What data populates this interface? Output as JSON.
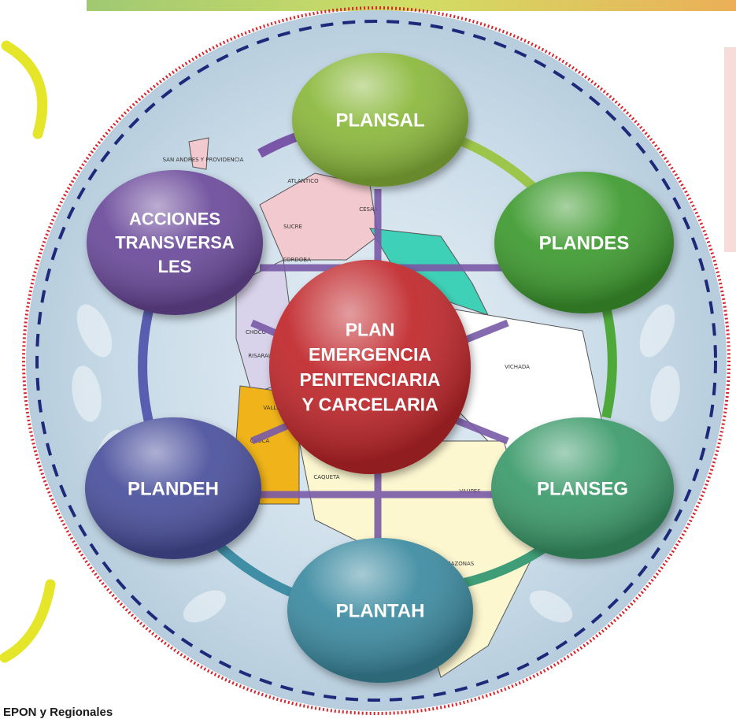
{
  "diagram": {
    "center": {
      "lines": [
        "PLAN",
        "EMERGENCIA",
        "PENITENCIARIA",
        "Y CARCELARIA"
      ],
      "color": "#c0282a"
    },
    "nodes": [
      {
        "id": "plansal",
        "lines": [
          "PLANSAL"
        ],
        "color": "#8ab83a"
      },
      {
        "id": "plandes",
        "lines": [
          "PLANDES"
        ],
        "color": "#3e9a2e"
      },
      {
        "id": "planseg",
        "lines": [
          "PLANSEG"
        ],
        "color": "#3a9a6a"
      },
      {
        "id": "plantah",
        "lines": [
          "PLANTAH"
        ],
        "color": "#3a8aa0"
      },
      {
        "id": "plandeh",
        "lines": [
          "PLANDEH"
        ],
        "color": "#4a4f9c"
      },
      {
        "id": "acciones",
        "lines": [
          "ACCIONES",
          "TRANSVERSA",
          "LES"
        ],
        "color": "#6a4a9a"
      }
    ]
  },
  "map_labels": [
    "SAN ANDRES Y PROVIDENCIA",
    "ATLANTICO",
    "CESAR",
    "SUCRE",
    "CORDOBA",
    "CHOCO",
    "RISARALDA",
    "VALLE",
    "CAUCA",
    "CAQUETA",
    "VAUPES",
    "VICHADA",
    "AMAZONAS"
  ],
  "footer": {
    "text": "EPON y Regionales"
  }
}
